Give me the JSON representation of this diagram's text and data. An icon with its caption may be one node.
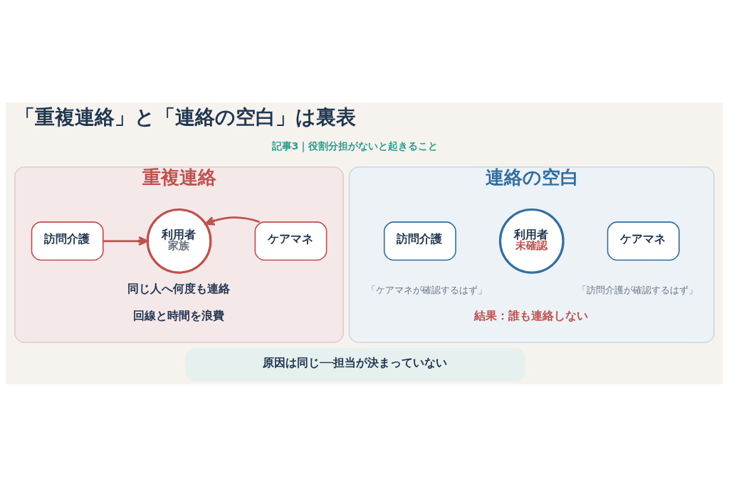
{
  "diagram": {
    "title": "「重複連絡」と「連絡の空白」は裏表",
    "nodes": [
      {
        "text": [
          "重複連絡"
        ]
      },
      {
        "text": [
          "訪問介護"
        ],
        "in": 0
      },
      {
        "text": [
          "利用者",
          "家族"
        ],
        "in": 0
      },
      {
        "text": [
          "ケアマネ"
        ],
        "in": 0
      },
      {
        "text": [
          "連絡の空白"
        ]
      },
      {
        "text": [
          "訪問介護"
        ],
        "in": 4,
        "beside": [
          "「ケアマネが確認するはず」"
        ]
      },
      {
        "text": [
          "利用者",
          "未確認"
        ],
        "in": 4
      },
      {
        "text": [
          "ケアマネ"
        ],
        "in": 4,
        "beside": [
          "「訪問介護が確認するはず」"
        ]
      },
      {
        "text": [
          "原因は同じ──担当が決まっていない"
        ]
      }
    ],
    "edges": [
      {
        "from": 1,
        "to": 2,
        "arrow": "to"
      },
      {
        "from": 3,
        "to": 2,
        "arrow": "to"
      }
    ],
    "labels": [
      "記事3｜役割分担がないと起きること",
      "同じ人へ何度も連絡",
      "回線と時間を浪費",
      "結果：誰も連絡しない"
    ]
  }
}
